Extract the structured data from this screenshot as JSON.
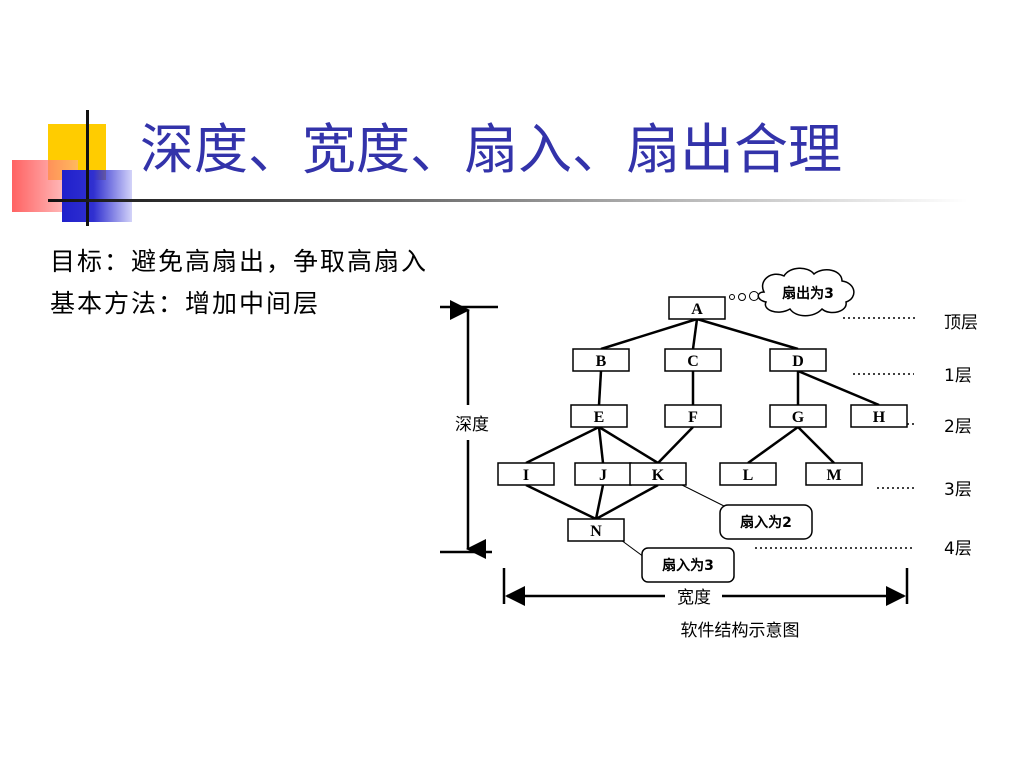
{
  "slide": {
    "title": "深度、宽度、扇入、扇出合理",
    "lines": [
      "目标：避免高扇出，争取高扇入",
      "基本方法：增加中间层"
    ]
  },
  "diagram": {
    "nodes": [
      {
        "id": "A",
        "label": "A"
      },
      {
        "id": "B",
        "label": "B"
      },
      {
        "id": "C",
        "label": "C"
      },
      {
        "id": "D",
        "label": "D"
      },
      {
        "id": "E",
        "label": "E"
      },
      {
        "id": "F",
        "label": "F"
      },
      {
        "id": "G",
        "label": "G"
      },
      {
        "id": "H",
        "label": "H"
      },
      {
        "id": "I",
        "label": "I"
      },
      {
        "id": "J",
        "label": "J"
      },
      {
        "id": "K",
        "label": "K"
      },
      {
        "id": "L",
        "label": "L"
      },
      {
        "id": "M",
        "label": "M"
      },
      {
        "id": "N",
        "label": "N"
      }
    ],
    "edges": [
      [
        "A",
        "B"
      ],
      [
        "A",
        "C"
      ],
      [
        "A",
        "D"
      ],
      [
        "B",
        "E"
      ],
      [
        "C",
        "F"
      ],
      [
        "D",
        "G"
      ],
      [
        "D",
        "H"
      ],
      [
        "E",
        "I"
      ],
      [
        "E",
        "J"
      ],
      [
        "E",
        "K"
      ],
      [
        "F",
        "K"
      ],
      [
        "G",
        "L"
      ],
      [
        "G",
        "M"
      ],
      [
        "I",
        "N"
      ],
      [
        "J",
        "N"
      ],
      [
        "K",
        "N"
      ]
    ],
    "levels": [
      "顶层",
      "1层",
      "2层",
      "3层",
      "4层"
    ],
    "depth_label": "深度",
    "width_label": "宽度",
    "caption": "软件结构示意图",
    "callouts": {
      "fan_out": "扇出为3",
      "fan_in_k": "扇入为2",
      "fan_in_n": "扇入为3"
    }
  }
}
